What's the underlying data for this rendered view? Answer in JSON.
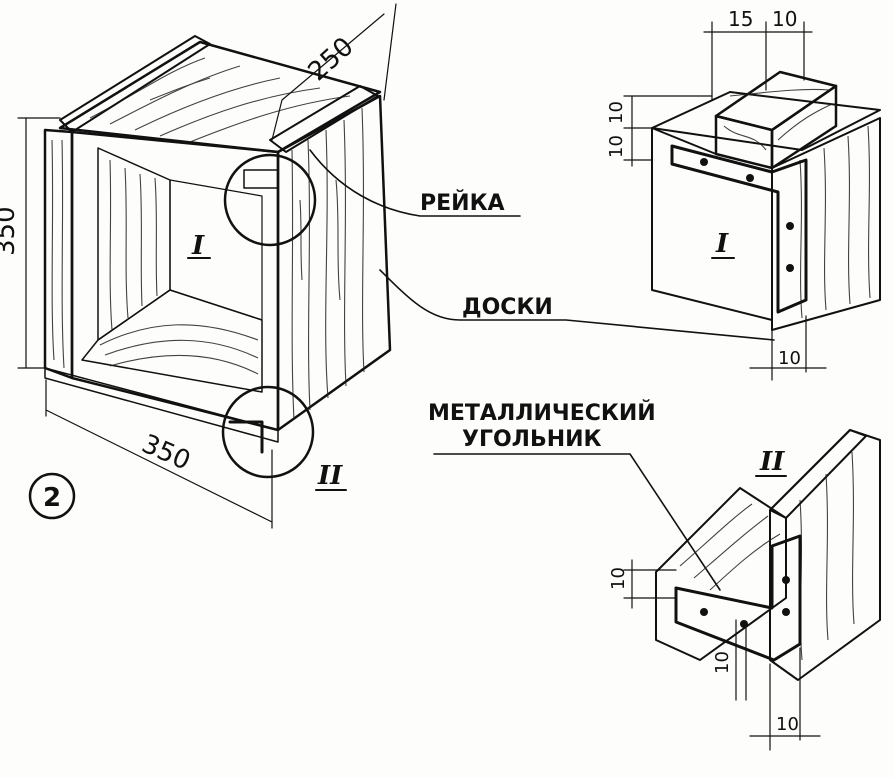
{
  "figure_number": "2",
  "labels": {
    "rail": "РЕЙКА",
    "boards": "ДОСКИ",
    "corner_line1": "МЕТАЛЛИЧЕСКИЙ",
    "corner_line2": "УГОЛЬНИК"
  },
  "callouts": {
    "detail_one": "I",
    "detail_two": "II"
  },
  "dimensions": {
    "box_depth": "250",
    "box_height": "350",
    "box_width": "350",
    "rail_width": "15",
    "rail_gap": "10",
    "rail_height_top": "10",
    "rail_height_bottom": "10",
    "detail_one_board": "10",
    "detail_two_height": "10",
    "detail_two_gap": "10",
    "detail_two_board": "10"
  },
  "colors": {
    "ink": "#111111",
    "paper": "#fdfdfb"
  }
}
